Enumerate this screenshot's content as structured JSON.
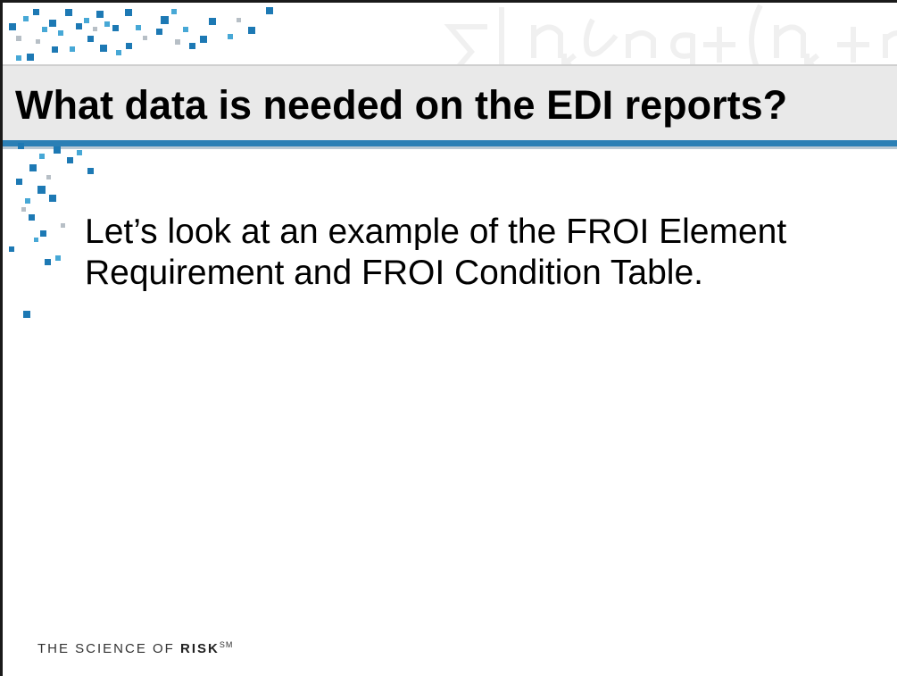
{
  "slide": {
    "title": "What data is needed on the EDI  reports?",
    "bullet": "Let’s look at an example of the FROI Element Requirement and FROI Condition Table.",
    "footer": {
      "lead": "THE SCIENCE OF ",
      "emphasis": "RISK",
      "mark": "SM"
    }
  },
  "colors": {
    "accent_blue": "#2b7fb5",
    "title_band": "#e9e9e9",
    "pixel_blue": "#1d79b4",
    "pixel_cyan": "#47a8d6"
  },
  "icons": [
    "pixel-mosaic-logo",
    "formula-watermark"
  ]
}
